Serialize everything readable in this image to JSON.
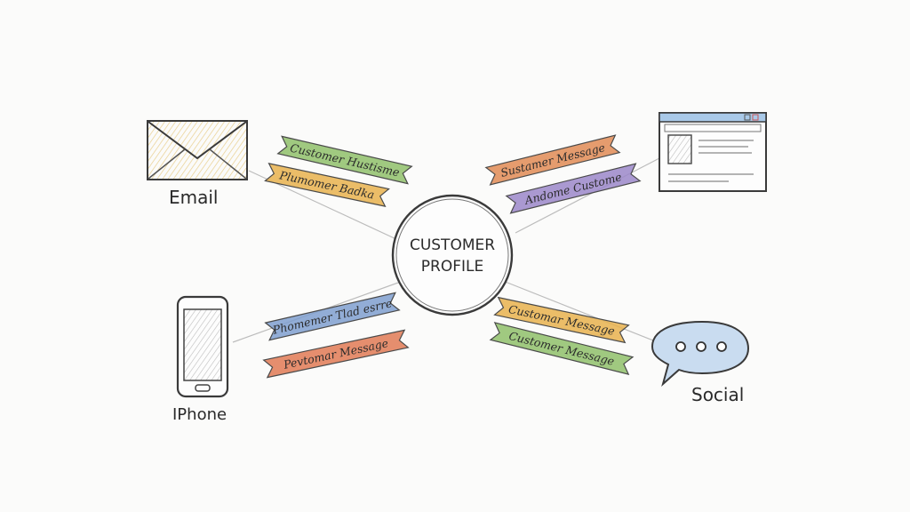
{
  "center": {
    "line1": "CUSTOMER",
    "line2": "PROFILE"
  },
  "channels": {
    "email": "Email",
    "iphone": "IPhone",
    "social": "Social"
  },
  "ribbons": [
    {
      "text": "Customer Hustisme",
      "color": "#8fbf6a"
    },
    {
      "text": "Plumomer Badka",
      "color": "#e7b24d"
    },
    {
      "text": "Sustamer Message",
      "color": "#e08b55"
    },
    {
      "text": "Andome Custome",
      "color": "#9b87c9"
    },
    {
      "text": "Phomemer Tlad esrre",
      "color": "#7f9fcf"
    },
    {
      "text": "Pevtomar Message",
      "color": "#e07a55"
    },
    {
      "text": "Customar Message",
      "color": "#e7b24d"
    },
    {
      "text": "Customer Message",
      "color": "#8fbf6a"
    }
  ],
  "icons": {
    "email": "envelope-icon",
    "web": "browser-window-icon",
    "phone": "smartphone-icon",
    "social": "speech-bubble-icon"
  },
  "colors": {
    "ink": "#333333",
    "sketch_blue": "#a9c9e8",
    "envelope_fill": "#f4e3b8"
  }
}
